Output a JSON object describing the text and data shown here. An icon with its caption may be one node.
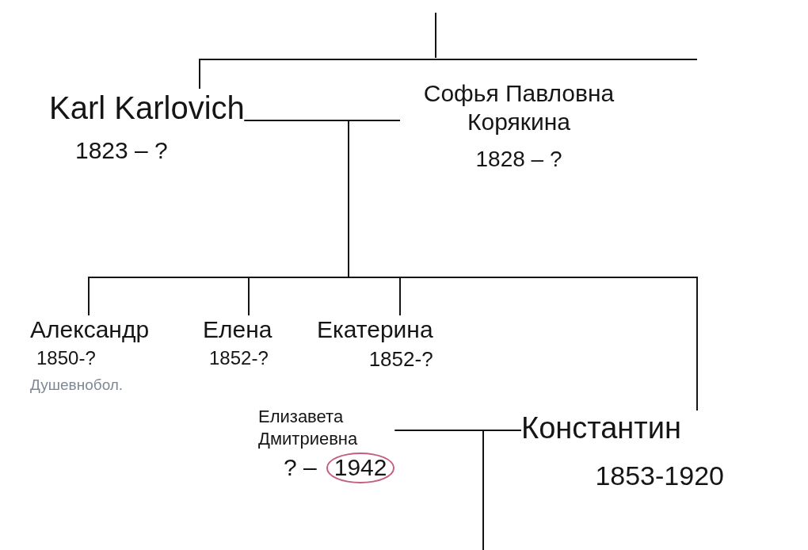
{
  "diagram": {
    "nodes": [
      {
        "text": [
          "Karl Karlovich",
          "1823 – ?"
        ]
      },
      {
        "text": [
          "Софья Павловна Корякина",
          "1828 – ?"
        ]
      },
      {
        "text": [
          "Александр",
          "1850-?"
        ],
        "beside": [
          "Душевнобол."
        ]
      },
      {
        "text": [
          "Елена",
          "1852-?"
        ]
      },
      {
        "text": [
          "Екатерина",
          "1852-?"
        ]
      },
      {
        "text": [
          "Елизавета Дмитриевна",
          "? –",
          "1942"
        ]
      },
      {
        "text": [
          "Константин",
          "1853-1920"
        ]
      }
    ],
    "edges": [
      {
        "from": null,
        "to": 0,
        "arrow": "none"
      },
      {
        "from": 0,
        "to": 1,
        "arrow": "none"
      },
      {
        "from": 0,
        "to": 2,
        "arrow": "none"
      },
      {
        "from": 0,
        "to": 3,
        "arrow": "none"
      },
      {
        "from": 0,
        "to": 4,
        "arrow": "none"
      },
      {
        "from": 0,
        "to": 6,
        "arrow": "none"
      },
      {
        "from": 1,
        "to": 2,
        "arrow": "none"
      },
      {
        "from": 1,
        "to": 3,
        "arrow": "none"
      },
      {
        "from": 1,
        "to": 4,
        "arrow": "none"
      },
      {
        "from": 1,
        "to": 6,
        "arrow": "none"
      },
      {
        "from": 5,
        "to": 6,
        "arrow": "none"
      },
      {
        "from": 5,
        "to": null,
        "arrow": "none"
      },
      {
        "from": 6,
        "to": null,
        "arrow": "none"
      }
    ]
  }
}
